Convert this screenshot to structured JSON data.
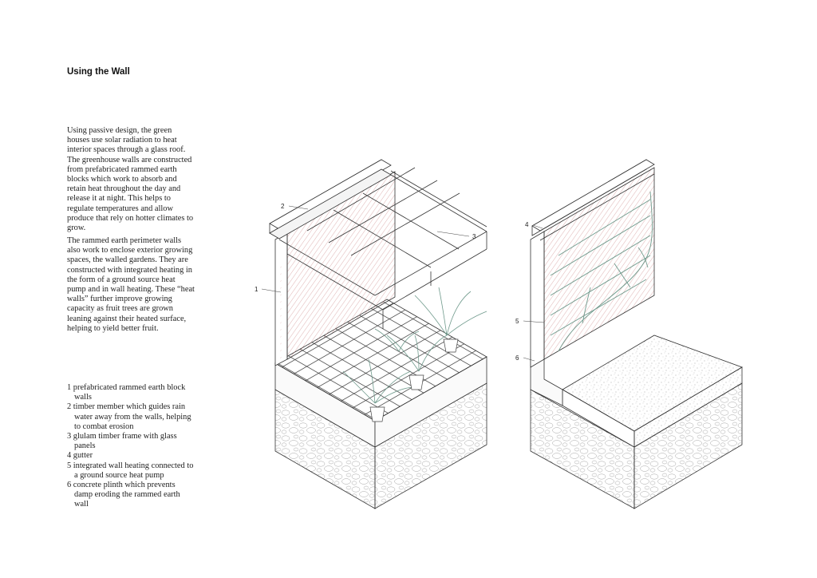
{
  "heading": "Using the Wall",
  "paragraphs": [
    "Using passive design, the green houses use solar radiation to heat interior spaces through a glass roof. The greenhouse walls are constructed from prefabricated rammed earth blocks which work to absorb and retain heat throughout the day and release it at night. This helps to regulate temperatures and allow produce that rely on hotter climates to grow.",
    "The rammed earth perimeter walls also work to enclose exterior growing spaces, the walled gardens. They are constructed with integrated heating in the form of a ground source heat pump and in wall heating. These “heat walls” further improve growing capacity as fruit trees are grown leaning against their heated surface, helping to yield better fruit."
  ],
  "legend": [
    "1 prefabricated rammed earth block walls",
    "2 timber member which guides rain water away from the walls, helping to combat erosion",
    "3 glulam timber frame with glass panels",
    "4 gutter",
    "5 integrated wall heating connected to a ground source heat pump",
    "6 concrete plinth which prevents damp eroding the rammed earth wall"
  ],
  "callouts": {
    "c1": "1",
    "c2": "2",
    "c3": "3",
    "c4": "4",
    "c5": "5",
    "c6": "6"
  },
  "colors": {
    "line": "#333333",
    "rammed_earth_hatch": "#c98080",
    "plant": "#6f9a8c"
  }
}
